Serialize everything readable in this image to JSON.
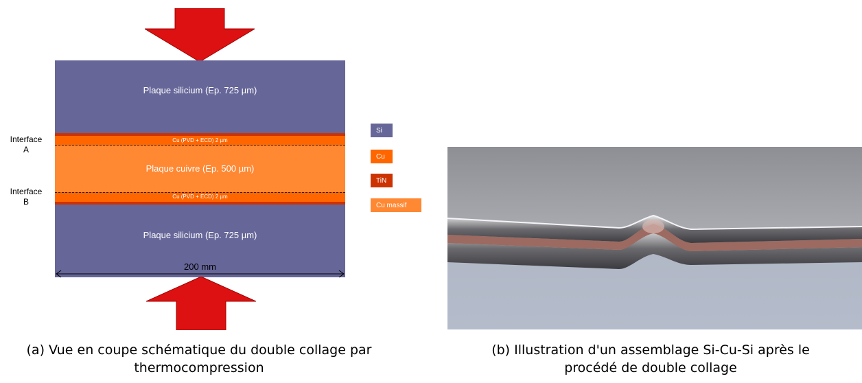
{
  "schematic": {
    "top_layer_label": "Plaque silicium (Ep. 725 µm)",
    "bottom_layer_label": "Plaque silicium (Ep. 725 µm)",
    "cu_film_top_label": "Cu (PVD + ECD) 2 µm",
    "cu_film_bottom_label": "Cu (PVD + ECD) 2 µm",
    "copper_plate_label": "Plaque cuivre (Ep. 500 µm)",
    "interface_a": [
      "Interface",
      "A"
    ],
    "interface_b": [
      "Interface",
      "B"
    ],
    "width_label": "200 mm",
    "colors": {
      "si": "#666699",
      "cu": "#ff6600",
      "tin": "#cc3300",
      "cu_bulk": "#ff8833",
      "arrow": "#dd1111"
    }
  },
  "legend": [
    {
      "label": "Si",
      "color": "#666699"
    },
    {
      "label": "Cu",
      "color": "#ff6600"
    },
    {
      "label": "TiN",
      "color": "#cc3300"
    },
    {
      "label": "Cu massif",
      "color": "#ff8833"
    }
  ],
  "captions": {
    "a": [
      "(a) Vue en coupe schématique du double collage par",
      "thermocompression"
    ],
    "b": [
      "(b) Illustration d'un assemblage Si-Cu-Si après le",
      "procédé de double collage"
    ]
  }
}
